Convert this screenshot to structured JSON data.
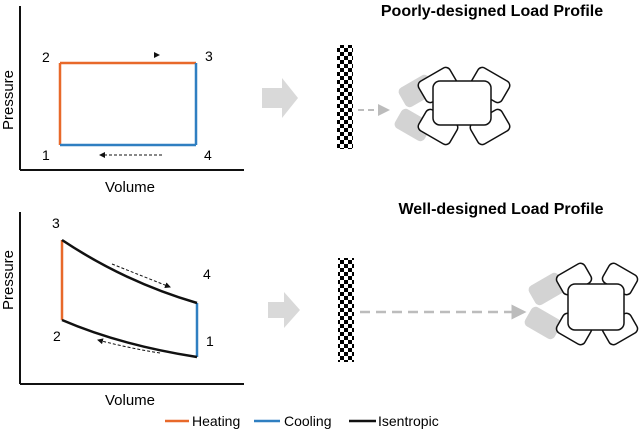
{
  "top_panel": {
    "title": "Poorly-designed Load Profile",
    "x_label": "Volume",
    "y_label": "Pressure",
    "points": [
      "1",
      "2",
      "3",
      "4"
    ]
  },
  "bottom_panel": {
    "title": "Well-designed Load Profile",
    "x_label": "Volume",
    "y_label": "Pressure",
    "points": [
      "1",
      "2",
      "3",
      "4"
    ]
  },
  "legend": {
    "items": [
      {
        "label": "Heating",
        "color": "#e8692a"
      },
      {
        "label": "Cooling",
        "color": "#2f7fc1"
      },
      {
        "label": "Isentropic",
        "color": "#111111"
      }
    ]
  },
  "colors": {
    "axis": "#111111",
    "flow_arrow": "#d9d9d9",
    "dashed_arrow": "#bcbcbc",
    "car_ghost": "#d3d3d3"
  }
}
